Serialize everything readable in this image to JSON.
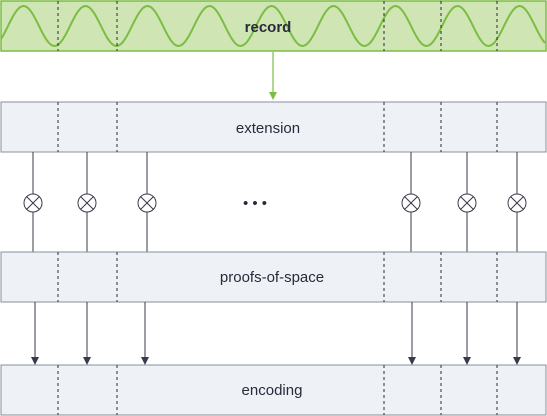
{
  "diagram": {
    "blocks": {
      "record": "record",
      "extension": "extension",
      "proofs": "proofs-of-space",
      "encoding": "encoding"
    },
    "ellipsis": "• • •",
    "colors": {
      "record_fill": "#cfe6b4",
      "record_stroke": "#7bbd42",
      "wave": "#7bbd42",
      "box_fill": "#eef1f6",
      "box_stroke": "#8a8f99",
      "line": "#3a3a4a",
      "text": "#2a2a3a"
    }
  }
}
